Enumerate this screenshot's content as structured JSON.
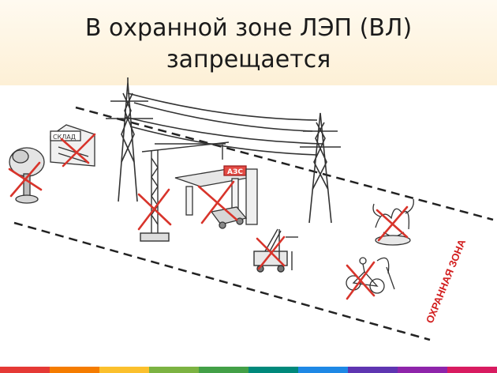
{
  "slide": {
    "title_line1": "В охранной зоне ЛЭП (ВЛ)",
    "title_line2": "запрещается",
    "zone_label": "ОХРАННАЯ ЗОНА",
    "gas_station_sign": "АЗС",
    "warehouse_sign": "СКЛАД"
  },
  "colors": {
    "cross": "#d8342b",
    "ink": "#333333",
    "zone_label": "#d21f1f",
    "footer_stripes": [
      "#e53935",
      "#f57c00",
      "#fbc02d",
      "#7cb342",
      "#43a047",
      "#00897b",
      "#1e88e5",
      "#5e35b1",
      "#8e24aa",
      "#d81b60"
    ]
  },
  "icons": [
    "tree-icon",
    "warehouse-icon",
    "tower-icon",
    "tower-crane-icon",
    "gas-station-icon",
    "mobile-crane-icon",
    "fire-icon",
    "cyclist-icon"
  ]
}
